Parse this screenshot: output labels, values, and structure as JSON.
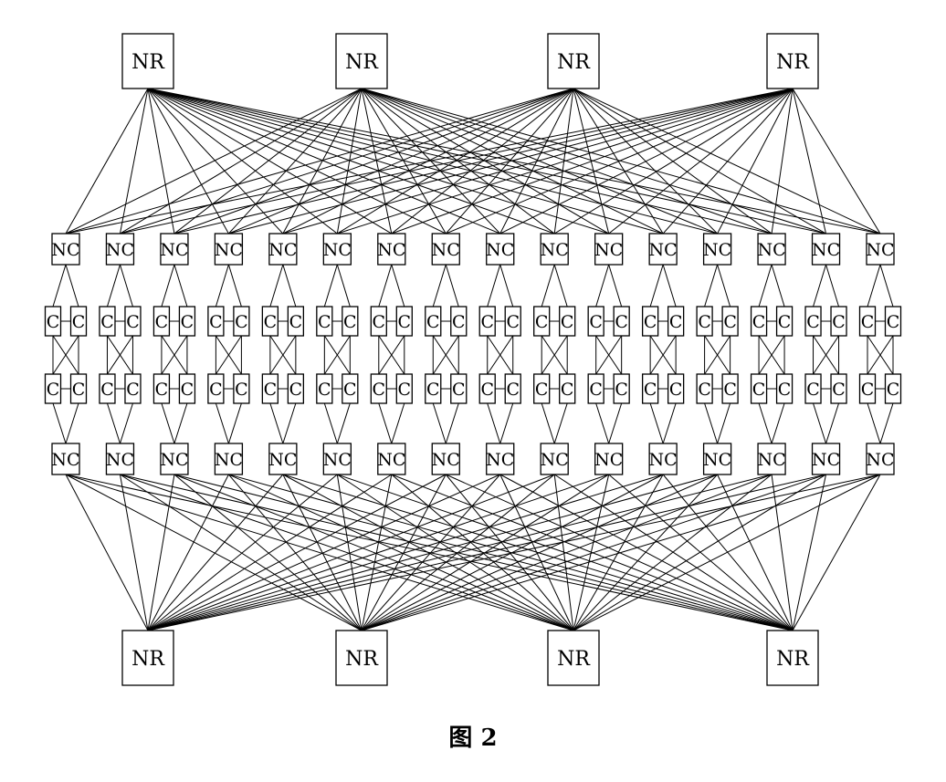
{
  "diagram": {
    "caption": "图 2",
    "router_label": "NR",
    "controller_label": "NC",
    "core_label": "C",
    "top_router_count": 4,
    "bottom_router_count": 4,
    "node_count": 16,
    "cores_per_node_row": 2,
    "core_rows": 2,
    "line_color": "#000000",
    "box_fill": "#ffffff"
  }
}
